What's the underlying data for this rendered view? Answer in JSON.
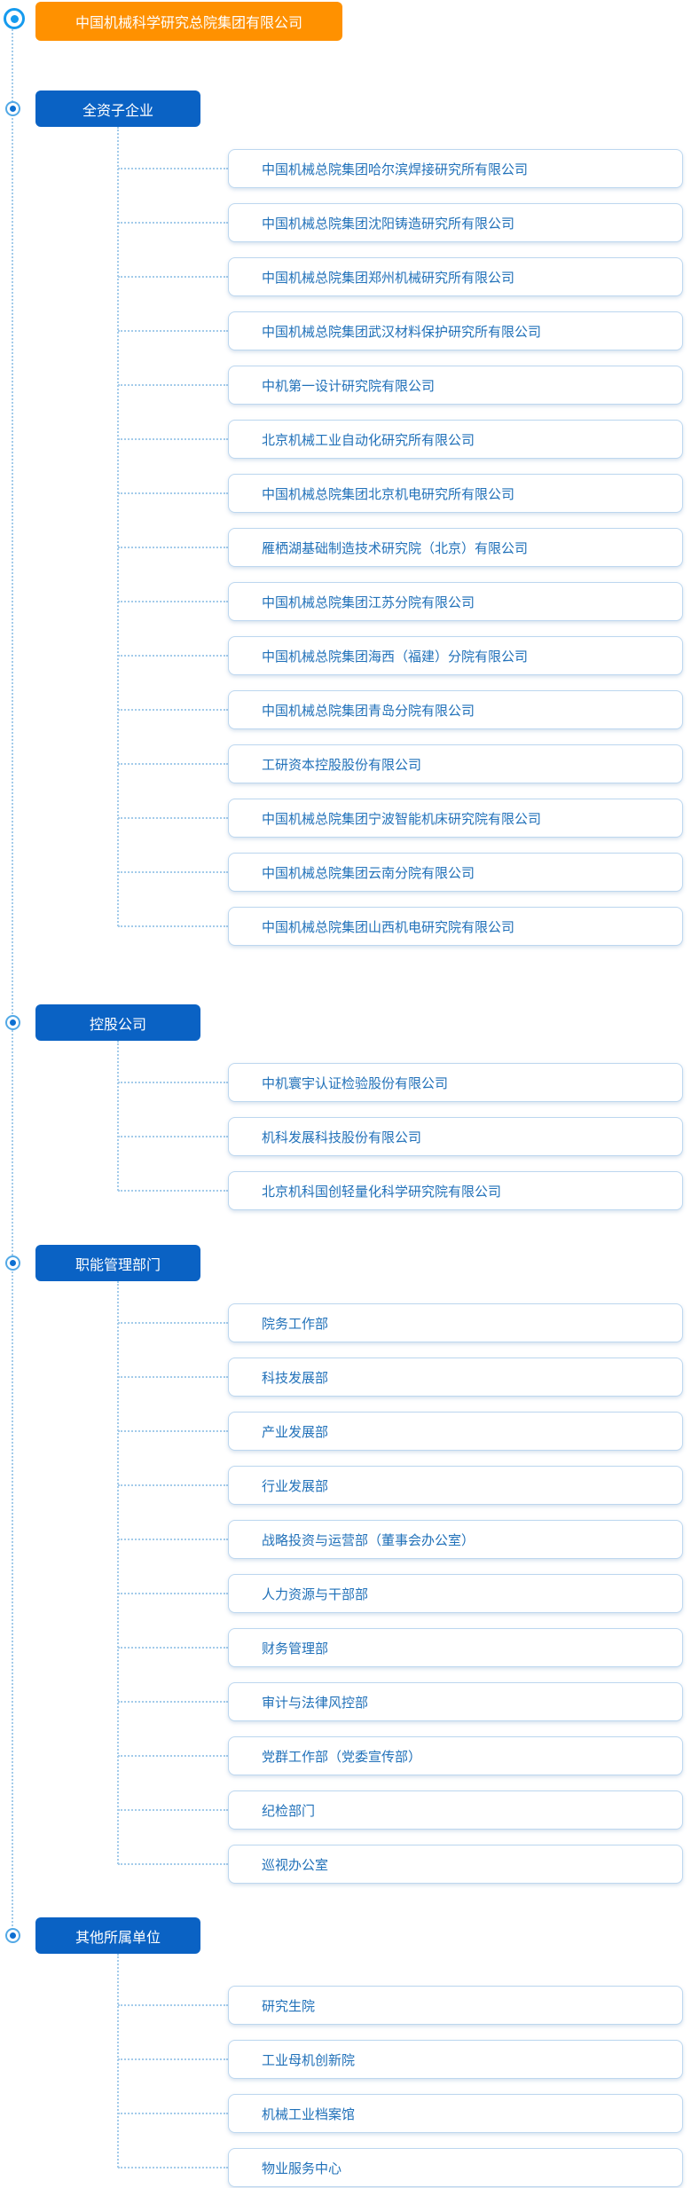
{
  "root": {
    "title": "中国机械科学研究总院集团有限公司"
  },
  "sections": [
    {
      "title": "全资子企业",
      "items": [
        "中国机械总院集团哈尔滨焊接研究所有限公司",
        "中国机械总院集团沈阳铸造研究所有限公司",
        "中国机械总院集团郑州机械研究所有限公司",
        "中国机械总院集团武汉材料保护研究所有限公司",
        "中机第一设计研究院有限公司",
        "北京机械工业自动化研究所有限公司",
        "中国机械总院集团北京机电研究所有限公司",
        "雁栖湖基础制造技术研究院（北京）有限公司",
        "中国机械总院集团江苏分院有限公司",
        "中国机械总院集团海西（福建）分院有限公司",
        "中国机械总院集团青岛分院有限公司",
        "工研资本控股股份有限公司",
        "中国机械总院集团宁波智能机床研究院有限公司",
        "中国机械总院集团云南分院有限公司",
        "中国机械总院集团山西机电研究院有限公司"
      ]
    },
    {
      "title": "控股公司",
      "items": [
        "中机寰宇认证检验股份有限公司",
        "机科发展科技股份有限公司",
        "北京机科国创轻量化科学研究院有限公司"
      ]
    },
    {
      "title": "职能管理部门",
      "items": [
        "院务工作部",
        "科技发展部",
        "产业发展部",
        "行业发展部",
        "战略投资与运营部（董事会办公室）",
        "人力资源与干部部",
        "财务管理部",
        "审计与法律风控部",
        "党群工作部（党委宣传部）",
        "纪检部门",
        "巡视办公室"
      ]
    },
    {
      "title": "其他所属单位",
      "items": [
        "研究生院",
        "工业母机创新院",
        "机械工业档案馆",
        "物业服务中心"
      ]
    }
  ],
  "colors": {
    "root_node_bg": "#FF9100",
    "section_node_bg": "#0A62C4",
    "item_text": "#2171B9",
    "item_border": "#BDD7EF",
    "connector_dotted": "#A3CBEA",
    "icon_ring": "#169BEE"
  }
}
